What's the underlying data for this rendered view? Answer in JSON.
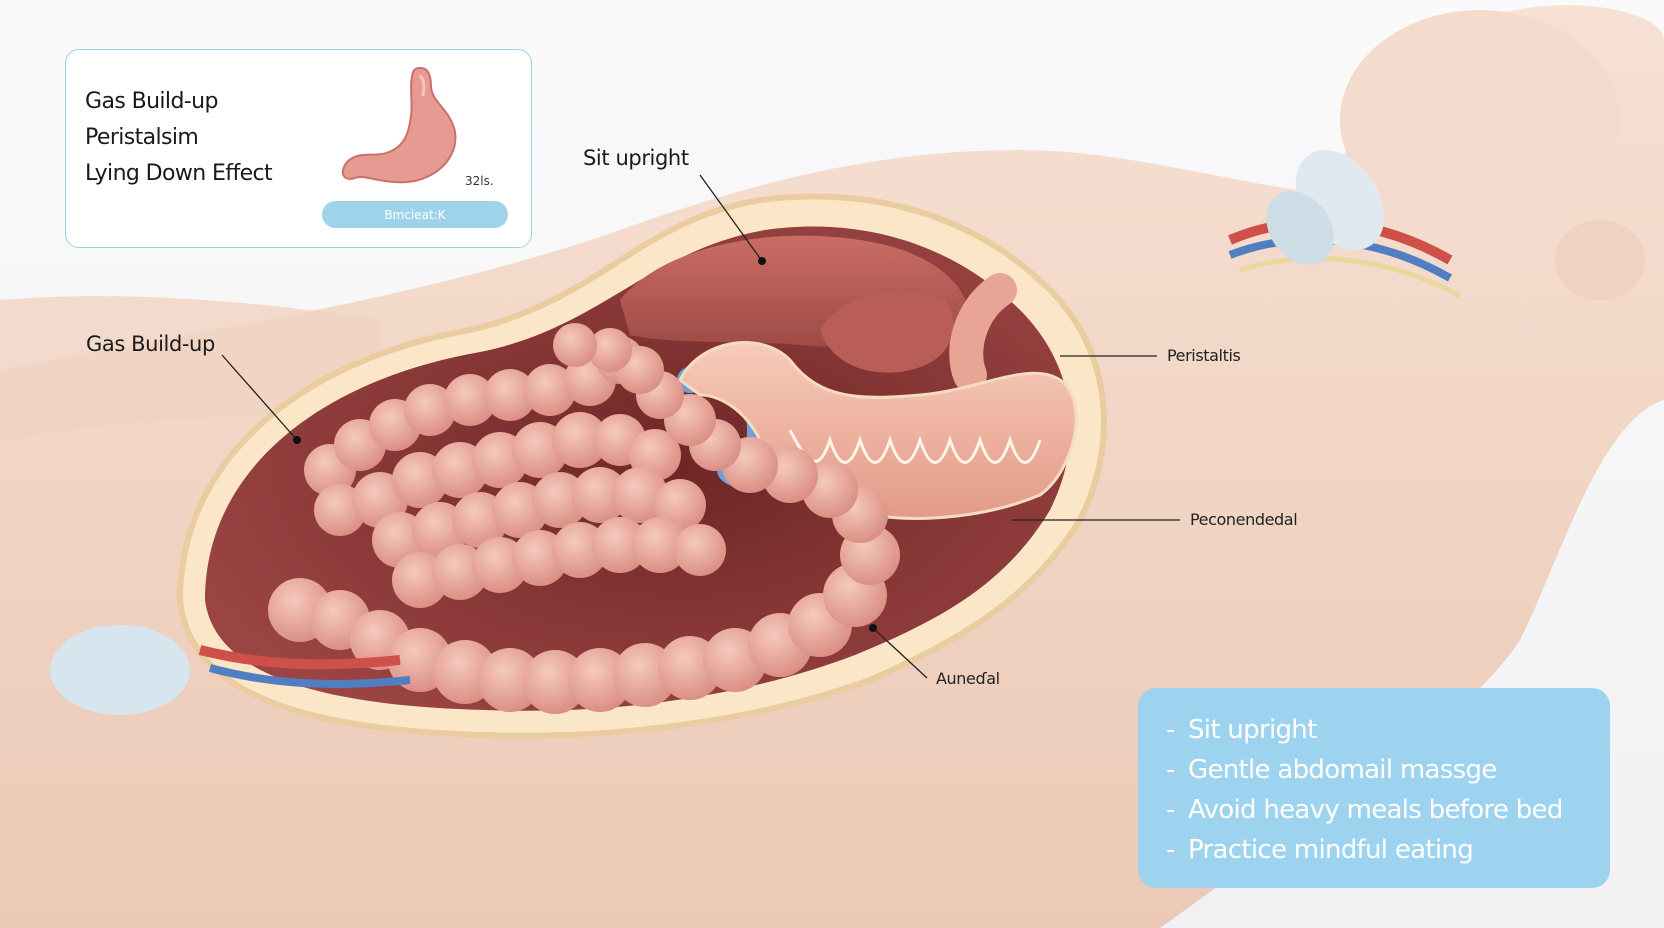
{
  "legend": {
    "items": [
      "Gas Build-up",
      "Peristalsim",
      "Lying Down Effect"
    ],
    "thumbnail_caption": "32ls.",
    "thumbnail_button": "Bmcieat:K"
  },
  "callouts": {
    "sit_upright": "Sit upright",
    "gas_buildup": "Gas Build-up",
    "peristaltis": "Peristaltis",
    "peconendedal": "Peconendedal",
    "aunedal": "Auneɗal"
  },
  "tips": {
    "bullet": "-",
    "items": [
      "Sit upright",
      "Gentle abdomail massge",
      "Avoid heavy meals before bed",
      "Practice mindful eating"
    ]
  },
  "colors": {
    "skin": "#f3d9c8",
    "cavity": "#8e3b3b",
    "intestine": "#e7a79b",
    "liver": "#b85e57",
    "stomach": "#f0b8a5",
    "panel_blue": "#9dd3ee",
    "accent_border": "#9fcfe6"
  }
}
